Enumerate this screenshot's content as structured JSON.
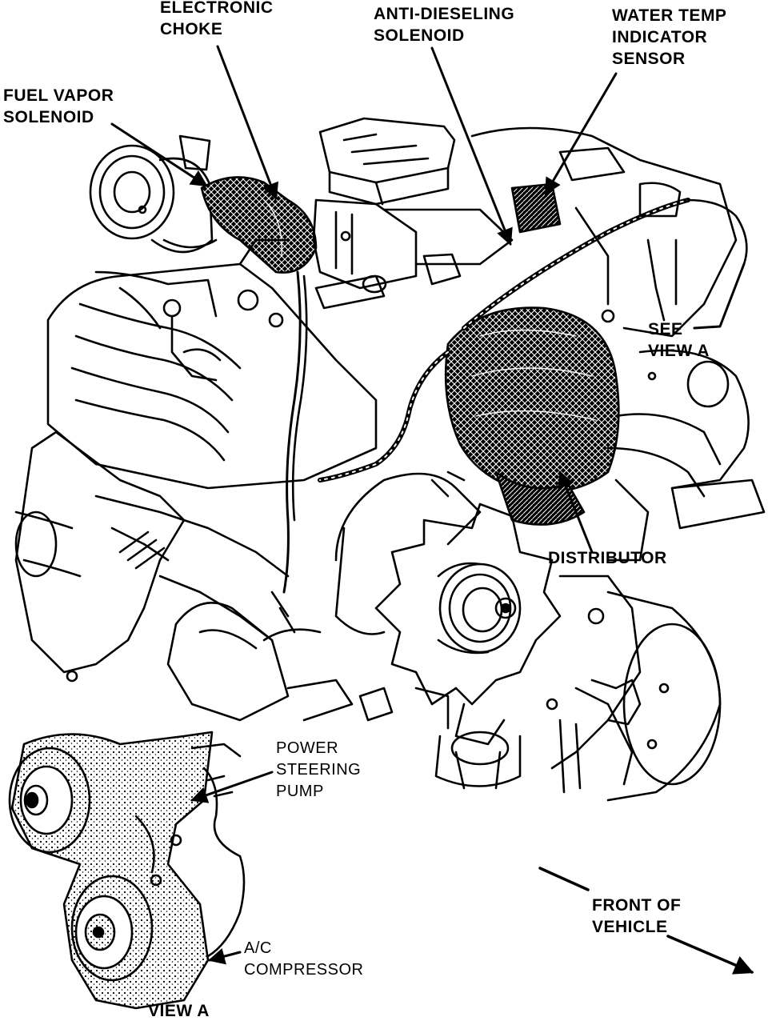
{
  "labels": {
    "electronic_choke": "ELECTRONIC\nCHOKE",
    "anti_dieseling_solenoid": "ANTI-DIESELING\nSOLENOID",
    "water_temp_sensor": "WATER TEMP\nINDICATOR\nSENSOR",
    "fuel_vapor_solenoid": "FUEL VAPOR\nSOLENOID",
    "see_view_a": "SEE\nVIEW A",
    "distributor": "DISTRIBUTOR",
    "power_steering_pump": "POWER\nSTEERING\nPUMP",
    "front_of_vehicle": "FRONT OF\nVEHICLE",
    "ac_compressor": "A/C\nCOMPRESSOR",
    "view_a": "VIEW A"
  },
  "colors": {
    "ink": "#000000",
    "paper": "#ffffff"
  }
}
